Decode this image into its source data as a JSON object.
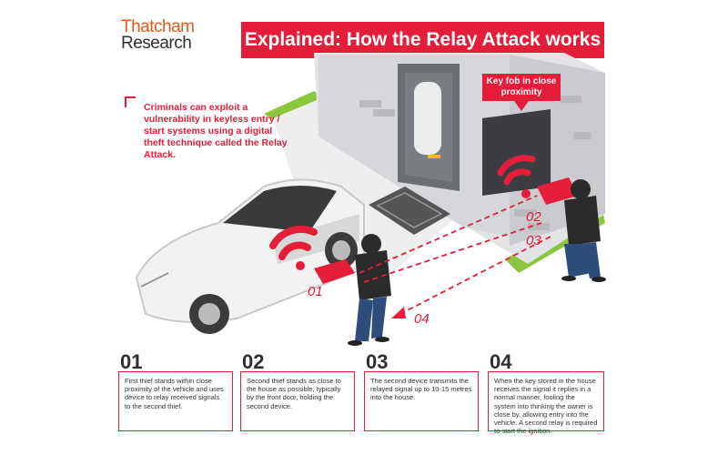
{
  "brand": {
    "line1": "Thatcham",
    "line2": "Research"
  },
  "title": "Explained: How the Relay Attack works",
  "intro": "Criminals can exploit a vulnerability in keyless entry / start systems using a digital theft technique called the Relay Attack.",
  "callout": "Key fob in close proximity",
  "markers": [
    "01",
    "02",
    "03",
    "04"
  ],
  "steps": [
    {
      "number": "01",
      "text": "First thief stands within close proximity of the vehicle and uses device to relay received signals to the second thief."
    },
    {
      "number": "02",
      "text": "Second thief stands as close to the house as possible, typically by the front door, holding the second device."
    },
    {
      "number": "03",
      "text": "The second device transmits the relayed signal up to 10-15 metres into the house."
    },
    {
      "number": "04",
      "text": "When the key stored in the house receives the signal it replies in a normal manner, fooling the system into thinking the owner is close by, allowing entry into the vehicle. A second relay is required to start the ignition."
    }
  ],
  "colors": {
    "accent": "#e41d3a",
    "brand_orange": "#e8571e",
    "wall": "#d5d7da",
    "grass": "#8cc63f",
    "car": "#f2f2f2"
  },
  "icons": [
    "wifi-signal-icon",
    "relay-device-icon",
    "key-fob-icon",
    "thief-figure",
    "car-illustration",
    "house-illustration"
  ]
}
